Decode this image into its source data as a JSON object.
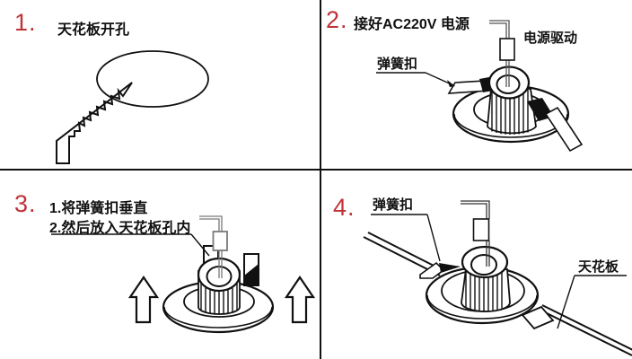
{
  "colors": {
    "step_number_red": "#bf3238",
    "diagram_line": "#111111",
    "wire_gray": "#7a7a7a"
  },
  "panel1": {
    "number": "1.",
    "title": "天花板开孔"
  },
  "panel2": {
    "number": "2.",
    "title": "接好AC220V 电源",
    "label_spring_clip": "弹簧扣",
    "label_power_driver": "电源驱动"
  },
  "panel3": {
    "number": "3.",
    "instruction1": "1.将弹簧扣垂直",
    "instruction2": "2.然后放入天花板孔内"
  },
  "panel4": {
    "number": "4.",
    "label_spring_clip": "弹簧扣",
    "label_ceiling": "天花板"
  }
}
